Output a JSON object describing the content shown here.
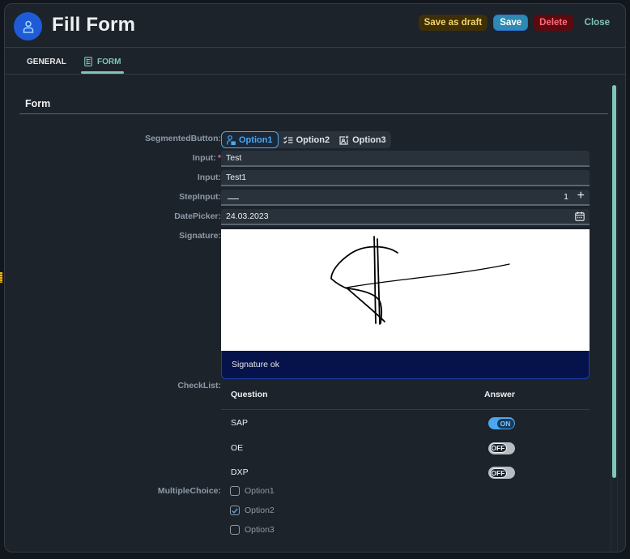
{
  "header": {
    "title": "Fill Form",
    "avatar_icon": "person-icon",
    "actions": {
      "save_draft": "Save as draft",
      "save": "Save",
      "delete": "Delete",
      "close": "Close"
    }
  },
  "tabs": [
    {
      "label": "GENERAL",
      "active": false
    },
    {
      "label": "FORM",
      "active": true,
      "icon": "form-icon"
    }
  ],
  "form": {
    "section_title": "Form",
    "segmented": {
      "label": "SegmentedButton:",
      "options": [
        {
          "label": "Option1",
          "icon": "person-lock-icon",
          "selected": true
        },
        {
          "label": "Option2",
          "icon": "checklist-icon",
          "selected": false
        },
        {
          "label": "Option3",
          "icon": "add-photo-icon",
          "selected": false
        }
      ]
    },
    "input1": {
      "label": "Input:",
      "required_mark": "*",
      "value": "Test"
    },
    "input2": {
      "label": "Input:",
      "value": "Test1"
    },
    "step_input": {
      "label": "StepInput:",
      "value": "1",
      "minus": "—",
      "plus": "+"
    },
    "date_picker": {
      "label": "DatePicker:",
      "value": "24.03.2023"
    },
    "signature": {
      "label": "Signature:",
      "status": "Signature ok"
    },
    "checklist": {
      "label": "CheckList:",
      "col_question": "Question",
      "col_answer": "Answer",
      "rows": [
        {
          "question": "SAP",
          "answer": "ON",
          "on": true
        },
        {
          "question": "OE",
          "answer": "OFF",
          "on": false
        },
        {
          "question": "DXP",
          "answer": "OFF",
          "on": false
        }
      ]
    },
    "multiple_choice": {
      "label": "MultipleChoice:",
      "options": [
        {
          "label": "Option1",
          "checked": false
        },
        {
          "label": "Option2",
          "checked": true
        },
        {
          "label": "Option3",
          "checked": false
        }
      ]
    }
  },
  "colors": {
    "accent": "#7ec6b9",
    "selected": "#4aa8f0",
    "avatar": "#1f5bd6",
    "background": "#1d232a"
  }
}
